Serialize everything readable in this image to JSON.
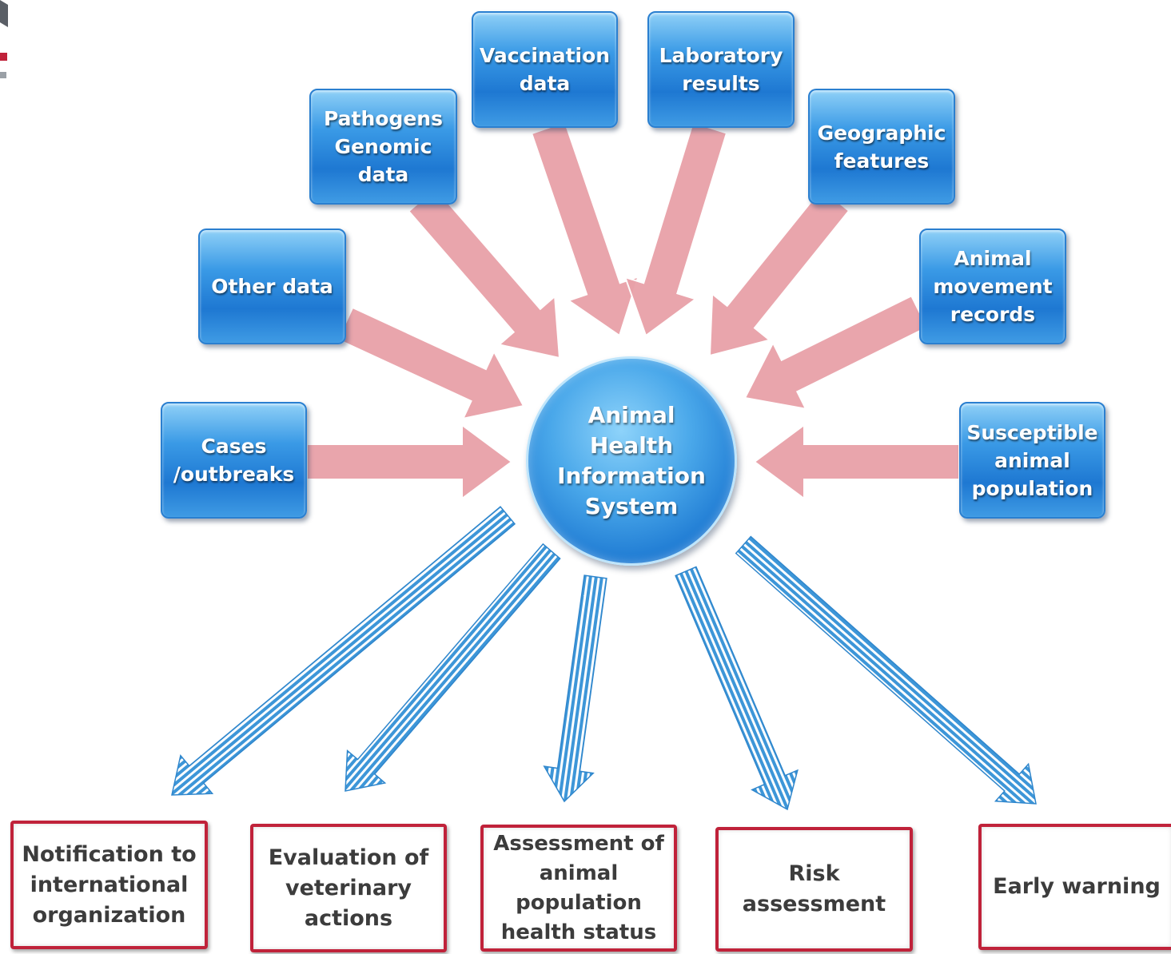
{
  "hub": {
    "label": "Animal\nHealth\nInformation\nSystem"
  },
  "inputs": [
    {
      "id": "cases",
      "label": "Cases\n/outbreaks"
    },
    {
      "id": "other",
      "label": "Other data"
    },
    {
      "id": "pathogens",
      "label": "Pathogens\nGenomic\ndata"
    },
    {
      "id": "vaccination",
      "label": "Vaccination\ndata"
    },
    {
      "id": "laboratory",
      "label": "Laboratory\nresults"
    },
    {
      "id": "geographic",
      "label": "Geographic\nfeatures"
    },
    {
      "id": "movement",
      "label": "Animal\nmovement\nrecords"
    },
    {
      "id": "susceptible",
      "label": "Susceptible\nanimal\npopulation"
    }
  ],
  "outputs": [
    {
      "id": "notification",
      "label": "Notification to\ninternational\norganization"
    },
    {
      "id": "evaluation",
      "label": "Evaluation of\nveterinary\nactions"
    },
    {
      "id": "assessment",
      "label": "Assessment of\nanimal\npopulation\nhealth status"
    },
    {
      "id": "risk",
      "label": "Risk\nassessment"
    },
    {
      "id": "early",
      "label": "Early warning"
    }
  ],
  "colors": {
    "input_fill": "#2a86dc",
    "hub_fill": "#3a9ae6",
    "inflow_arrow": "#e8a1a8",
    "outflow_arrow": "#4aa3df",
    "output_border": "#c0223a",
    "output_text": "#3c3c3c"
  }
}
